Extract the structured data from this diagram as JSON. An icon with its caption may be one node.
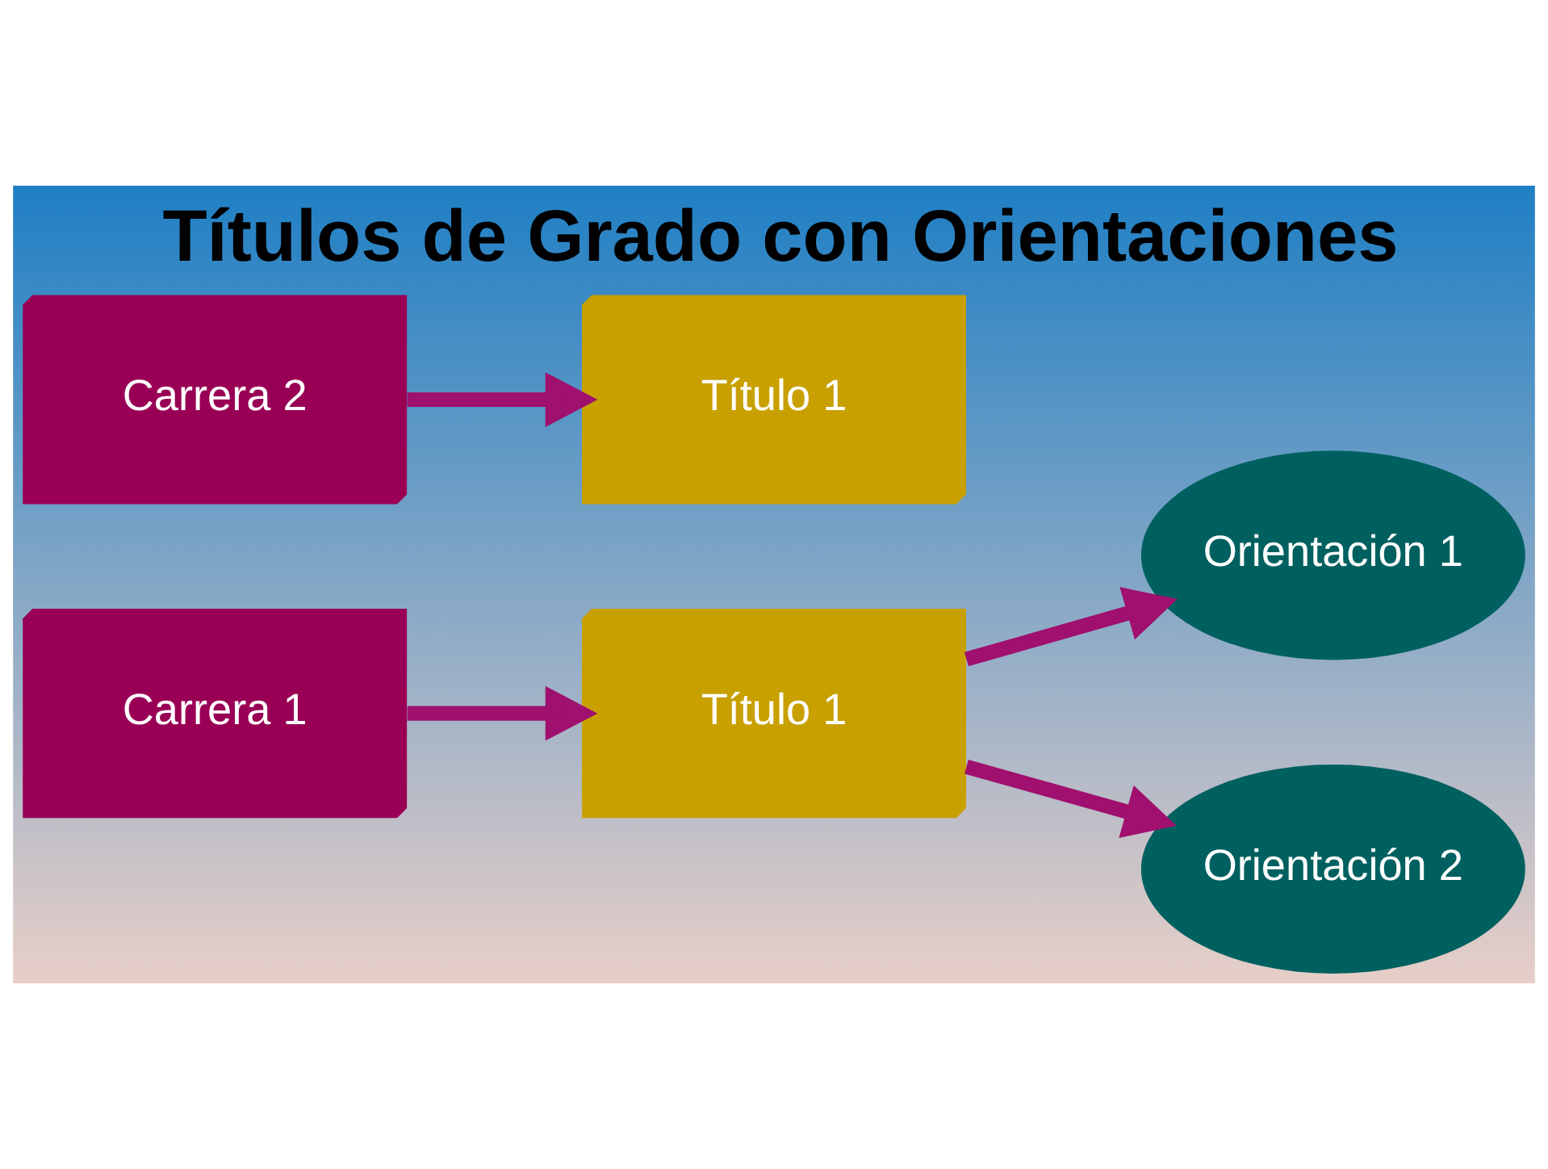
{
  "diagram": {
    "title": "Títulos de Grado con Orientaciones",
    "nodes": [
      {
        "text": [
          "Carrera 1"
        ]
      },
      {
        "text": [
          "Título 1"
        ]
      },
      {
        "text": [
          "Orientación 1"
        ]
      },
      {
        "text": [
          "Orientación 2"
        ]
      },
      {
        "text": [
          "Carrera 2"
        ]
      },
      {
        "text": [
          "Título 1"
        ]
      }
    ],
    "edges": [
      {
        "from": 0,
        "to": 1,
        "arrow": "to"
      },
      {
        "from": 1,
        "to": 2,
        "arrow": "to"
      },
      {
        "from": 1,
        "to": 3,
        "arrow": "to"
      },
      {
        "from": 4,
        "to": 5,
        "arrow": "to"
      }
    ]
  }
}
